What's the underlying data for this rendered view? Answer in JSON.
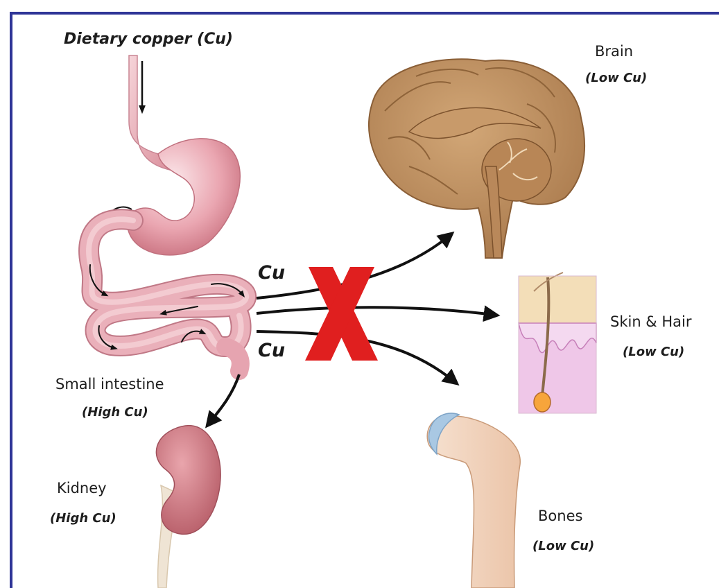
{
  "title": "Dietary copper (Cu)",
  "organs": {
    "brain": {
      "name": "Brain",
      "level": "(Low Cu)"
    },
    "skin_hair": {
      "name": "Skin & Hair",
      "level": "(Low Cu)"
    },
    "bones": {
      "name": "Bones",
      "level": "(Low Cu)"
    },
    "small_intestine": {
      "name": "Small intestine",
      "level": "(High Cu)"
    },
    "kidney": {
      "name": "Kidney",
      "level": "(High Cu)"
    }
  },
  "flow_labels": {
    "upper": "Cu",
    "lower": "Cu"
  },
  "colors": {
    "frame": "#2f3597",
    "block_x": "#e01f1f",
    "brain": "#b98a5c",
    "gut": "#e6a3ae",
    "kidney": "#c46f78",
    "bone": "#f2d7c3",
    "skin": "#f3e0b8",
    "dermis": "#eec3e6"
  }
}
